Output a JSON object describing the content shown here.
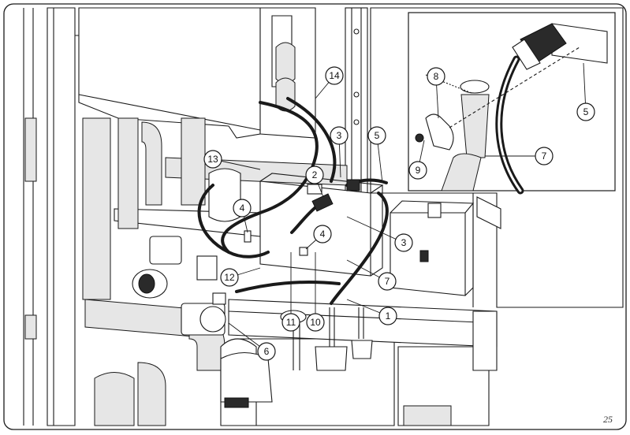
{
  "page_number": "25",
  "callouts": [
    {
      "label": "1"
    },
    {
      "label": "2"
    },
    {
      "label": "3"
    },
    {
      "label": "3"
    },
    {
      "label": "4"
    },
    {
      "label": "4"
    },
    {
      "label": "5"
    },
    {
      "label": "5"
    },
    {
      "label": "6"
    },
    {
      "label": "7"
    },
    {
      "label": "7"
    },
    {
      "label": "8"
    },
    {
      "label": "9"
    },
    {
      "label": "10"
    },
    {
      "label": "11"
    },
    {
      "label": "12"
    },
    {
      "label": "13"
    },
    {
      "label": "14"
    }
  ]
}
